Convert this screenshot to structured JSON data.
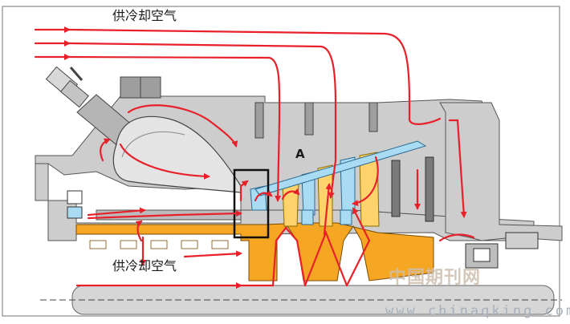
{
  "labels": {
    "cooling_air_top": "供冷却空气",
    "cooling_air_bottom": "供冷却空气",
    "section_marker": "A"
  },
  "watermark": {
    "chinese": "中国期刊网",
    "url": "www.chinaqking.com"
  },
  "colors": {
    "casing": "#cdcdcd",
    "casing_dark": "#9e9e9e",
    "combustor": "#e4e4e4",
    "rotor_disk": "#f5a623",
    "blade_yellow": "#ffd36b",
    "vane_blue": "#a9dbf2",
    "airflow_arrow": "#e8202a",
    "shaft": "#d6d6d6",
    "highlight_box": "#111111"
  }
}
